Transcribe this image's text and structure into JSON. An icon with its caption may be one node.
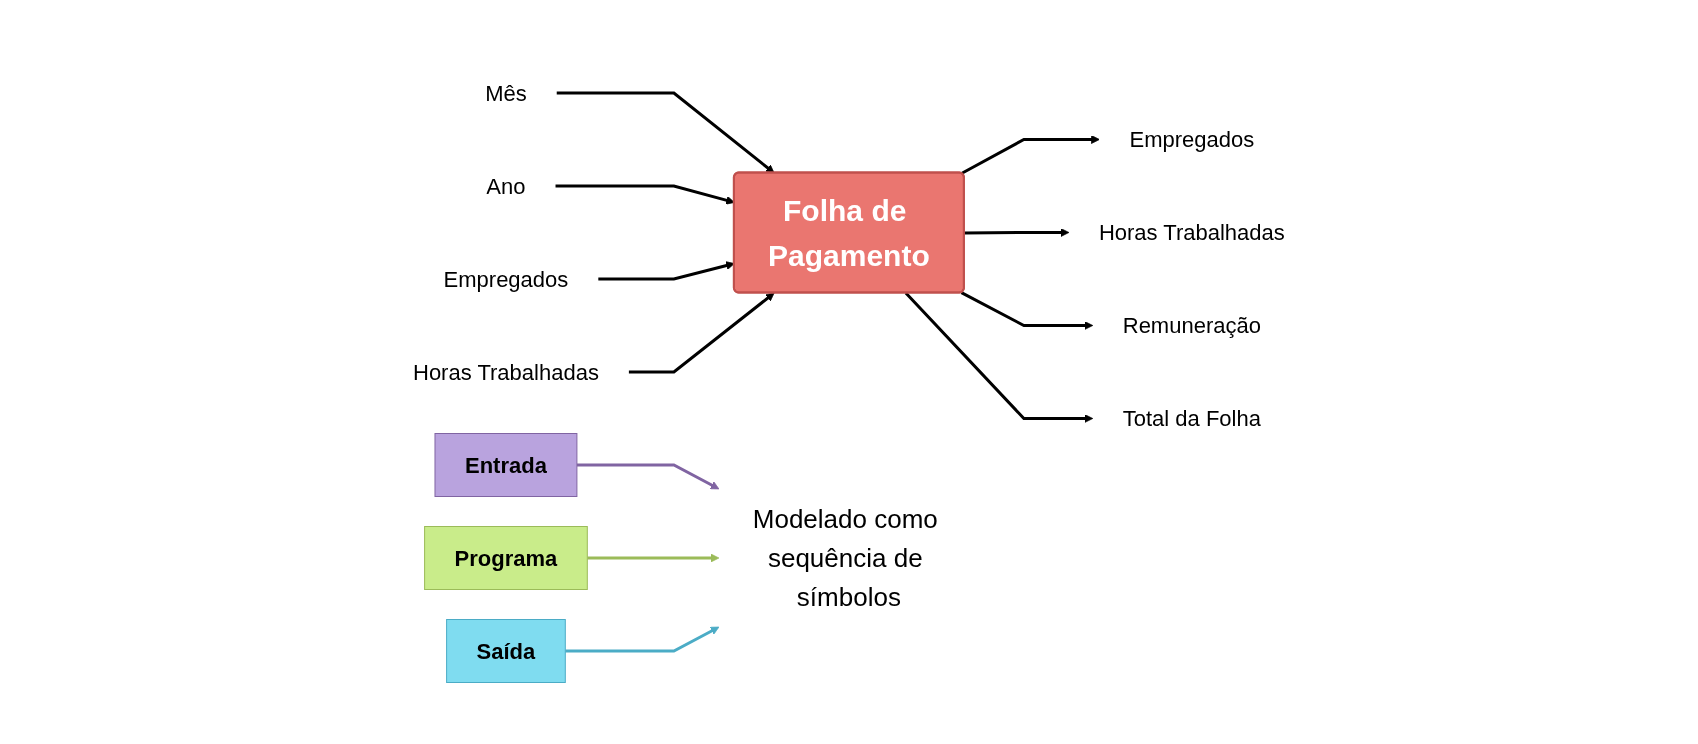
{
  "diagram": {
    "nodes": [
      {
        "text": [
          "Mês"
        ]
      },
      {
        "text": [
          "Ano"
        ]
      },
      {
        "text": [
          "Empregados"
        ]
      },
      {
        "text": [
          "Horas Trabalhadas"
        ]
      },
      {
        "text": [
          "Folha de Pagamento"
        ]
      },
      {
        "text": [
          "Empregados"
        ]
      },
      {
        "text": [
          "Horas Trabalhadas"
        ]
      },
      {
        "text": [
          "Remuneração"
        ]
      },
      {
        "text": [
          "Total da Folha"
        ]
      },
      {
        "text": [
          "Programa"
        ]
      },
      {
        "text": [
          "Entrada"
        ]
      },
      {
        "text": [
          "Saída"
        ]
      },
      {
        "text": [
          "Modelado como sequência de símbolos"
        ]
      }
    ],
    "edges": [
      {
        "from": 0,
        "to": 4,
        "arrow": "to"
      },
      {
        "from": 1,
        "to": 4,
        "arrow": "to"
      },
      {
        "from": 2,
        "to": 4,
        "arrow": "to"
      },
      {
        "from": 3,
        "to": 4,
        "arrow": "to"
      },
      {
        "from": 4,
        "to": 5,
        "arrow": "to"
      },
      {
        "from": 4,
        "to": 6,
        "arrow": "to"
      },
      {
        "from": 4,
        "to": 7,
        "arrow": "to"
      },
      {
        "from": 4,
        "to": 8,
        "arrow": "to"
      },
      {
        "from": 10,
        "to": 12,
        "arrow": "to",
        "color": "#8064a2"
      },
      {
        "from": 9,
        "to": 12,
        "arrow": "to",
        "color": "#9bbb59"
      },
      {
        "from": 11,
        "to": 12,
        "arrow": "to",
        "color": "#4bacc6"
      }
    ]
  }
}
